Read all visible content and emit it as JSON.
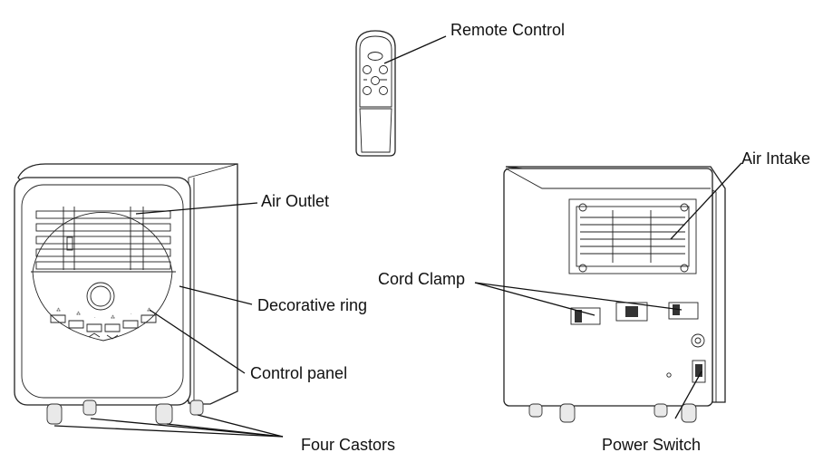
{
  "labels": {
    "remote_control": "Remote Control",
    "air_outlet": "Air Outlet",
    "decorative_ring": "Decorative ring",
    "control_panel": "Control panel",
    "four_castors": "Four Castors",
    "air_intake": "Air Intake",
    "cord_clamp": "Cord Clamp",
    "power_switch": "Power Switch"
  }
}
